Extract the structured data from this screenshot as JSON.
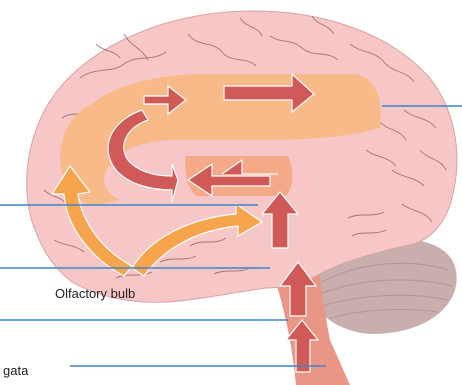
{
  "labels": {
    "olfactory_bulb": "Olfactory bulb",
    "partial_label": "gata"
  },
  "colors": {
    "cortex": "#f6c7c6",
    "cortex_shade": "#eeb3b2",
    "sulci": "#8a5a5e",
    "tract_light": "#f9b987",
    "tract_dark": "#ef8f66",
    "arrow_red": "#cf5a57",
    "arrow_orange": "#f7a54c",
    "cerebellum": "#c9aeae",
    "brainstem": "#e99686",
    "leader_line": "#3f84c8"
  },
  "icons": [
    "flow-arrow",
    "leader-line"
  ]
}
